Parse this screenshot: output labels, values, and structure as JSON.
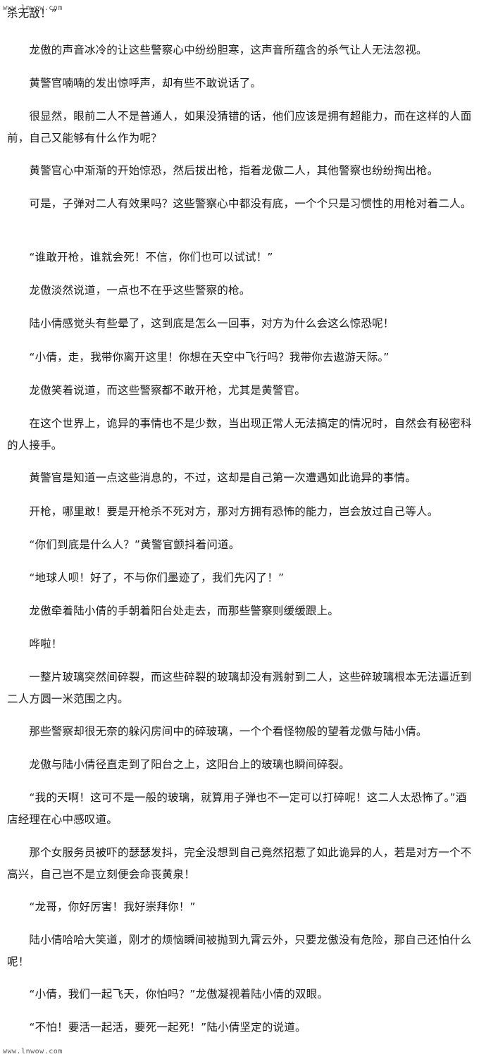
{
  "watermark_top": "www.lnwow.com",
  "watermark_bottom": "www.lnwow.com",
  "paragraphs": [
    "杀无敌！”",
    "　　龙傲的声音冰冷的让这些警察心中纷纷胆寒，这声音所蕴含的杀气让人无法忽视。",
    "　　黄警官喃喃的发出惊呼声，却有些不敢说话了。",
    "　　很显然，眼前二人不是普通人，如果没猜错的话，他们应该是拥有超能力，而在这样的人面前，自己又能够有什么作为呢？",
    "　　黄警官心中渐渐的开始惊恐，然后拔出枪，指着龙傲二人，其他警察也纷纷掏出枪。",
    "　　可是，子弹对二人有效果吗？这些警察心中都没有底，一个个只是习惯性的用枪对着二人。",
    "　　“谁敢开枪，谁就会死！不信，你们也可以试试！”",
    "　　龙傲淡然说道，一点也不在乎这些警察的枪。",
    "　　陆小倩感觉头有些晕了，这到底是怎么一回事，对方为什么会这么惊恐呢！",
    "　　“小倩，走，我带你离开这里！你想在天空中飞行吗？我带你去遨游天际。”",
    "　　龙傲笑着说道，而这些警察都不敢开枪，尤其是黄警官。",
    "　　在这个世界上，诡异的事情也不是少数，当出现正常人无法搞定的情况时，自然会有秘密科的人接手。",
    "　　黄警官是知道一点这些消息的，不过，这却是自己第一次遭遇如此诡异的事情。",
    "　　开枪，哪里敢！要是开枪杀不死对方，那对方拥有恐怖的能力，岂会放过自己等人。",
    "　　“你们到底是什么人？”黄警官颤抖着问道。",
    "　　“地球人呗！好了，不与你们墨迹了，我们先闪了！”",
    "　　龙傲牵着陆小倩的手朝着阳台处走去，而那些警察则缓缓跟上。",
    "　　哗啦！",
    "　　一整片玻璃突然间碎裂，而这些碎裂的玻璃却没有溅射到二人，这些碎玻璃根本无法逼近到二人方圆一米范围之内。",
    "　　那些警察却很无奈的躲闪房间中的碎玻璃，一个个看怪物般的望着龙傲与陆小倩。",
    "　　龙傲与陆小倩径直走到了阳台之上，这阳台上的玻璃也瞬间碎裂。",
    "　　“我的天啊！这可不是一般的玻璃，就算用子弹也不一定可以打碎呢！这二人太恐怖了。”酒店经理在心中感叹道。",
    "　　那个女服务员被吓的瑟瑟发抖，完全没想到自己竟然招惹了如此诡异的人，若是对方一个不高兴，自己岂不是立刻便会命丧黄泉！",
    "　　“龙哥，你好厉害！我好崇拜你！”",
    "　　陆小倩哈哈大笑道，刚才的烦恼瞬间被抛到九霄云外，只要龙傲没有危险，那自己还怕什么呢！",
    "　　“小倩，我们一起飞天，你怕吗？”龙傲凝视着陆小倩的双眼。",
    "　　“不怕！要活一起活，要死一起死！”陆小倩坚定的说道。"
  ]
}
